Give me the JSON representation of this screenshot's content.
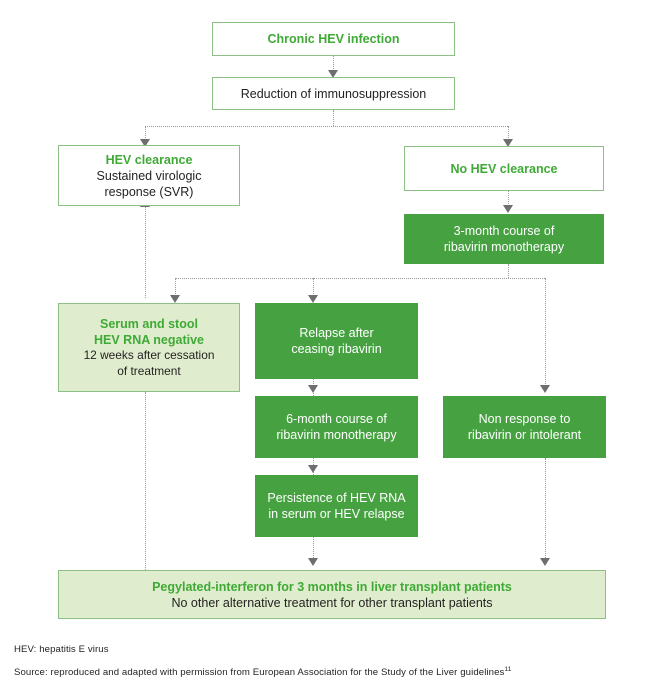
{
  "diagram": {
    "title": "Chronic HEV infection management algorithm",
    "colors": {
      "solid_green": "#46a241",
      "pale_green": "#dfeccd",
      "outline_green": "#8cc084",
      "text_green": "#3faa35",
      "text_dark": "#231f20",
      "connector_grey": "#9b9b9b",
      "arrow_grey": "#6d6e71"
    },
    "nodes": [
      {
        "id": "chronic-hev-infection",
        "style": "outline",
        "title": "Chronic HEV infection",
        "subtitle": ""
      },
      {
        "id": "reduction-of-immunosuppression",
        "style": "outline",
        "title": "",
        "subtitle": "Reduction of immunosuppression"
      },
      {
        "id": "hev-clearance",
        "style": "outline",
        "title": "HEV clearance",
        "subtitle": "Sustained virologic\nresponse (SVR)"
      },
      {
        "id": "no-hev-clearance",
        "style": "outline",
        "title": "No HEV clearance",
        "subtitle": ""
      },
      {
        "id": "three-month-ribavirin",
        "style": "solid",
        "title": "",
        "subtitle": "3-month course of\nribavirin monotherapy"
      },
      {
        "id": "serum-stool-hev-rna-negative",
        "style": "pale",
        "title": "Serum and stool\nHEV RNA negative",
        "subtitle": "12 weeks after cessation\nof treatment"
      },
      {
        "id": "relapse-after-ceasing-ribavirin",
        "style": "solid",
        "title": "",
        "subtitle": "Relapse after\nceasing ribavirin"
      },
      {
        "id": "six-month-ribavirin",
        "style": "solid",
        "title": "",
        "subtitle": "6-month course of\nribavirin monotherapy"
      },
      {
        "id": "non-response-to-ribavirin",
        "style": "solid",
        "title": "",
        "subtitle": "Non response to\nribavirin or intolerant"
      },
      {
        "id": "persistence-of-hev-rna",
        "style": "solid",
        "title": "",
        "subtitle": "Persistence of HEV RNA\nin serum or HEV relapse"
      },
      {
        "id": "pegylated-interferon",
        "style": "pale",
        "title": "Pegylated-interferon for 3 months in liver transplant patients",
        "subtitle": "No other alternative treatment for other transplant patients"
      }
    ]
  },
  "footnotes": {
    "abbreviation": "HEV: hepatitis E virus",
    "source": "Source: reproduced and adapted with permission from European Association for the Study of the Liver guidelines",
    "source_superscript": "11"
  }
}
